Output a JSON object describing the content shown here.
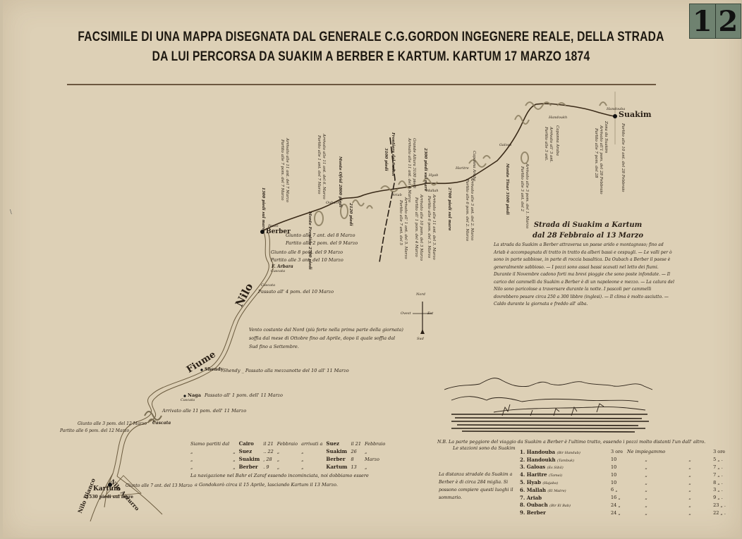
{
  "plate_number": [
    "1",
    "2"
  ],
  "title": {
    "line1": "FACSIMILE DI UNA MAPPA DISEGNATA DAL GENERALE  C.G.GORDON INGEGNERE REALE, DELLA STRADA",
    "line2": "DA LUI PERCORSA DA SUAKIM A BERBER E KARTUM. KARTUM 17 MARZO 1874"
  },
  "colors": {
    "paper": "#ddd0b6",
    "ink": "#2a2016",
    "plate_bg": "#6f8270",
    "route": "#3a2a18"
  },
  "places": {
    "suakim": "Suakim",
    "handoubo": "Handouba",
    "handoukh": "Handoukh",
    "galoas": "Galoas",
    "haritre": "Haritre",
    "hyab": "Hyab",
    "mallah": "Mallah",
    "ariab": "Ariab",
    "oubach": "Oubach",
    "berber": "Berber",
    "pozzo": "Pozzo",
    "arbara": "F. Arbara",
    "cascata": "Cascata",
    "shendy": "Shendy",
    "naga": "Naga",
    "kartum": "Kartum",
    "kartum_elev": "1530 piedi sul mare",
    "nilo_bianco": "Nilo Bianco",
    "nilo_azzurro": "Nilo Azzurro",
    "fiume": "Fiume",
    "nilo": "Nilo",
    "frontiera": "Frontiera del Sudan",
    "monte_ofrid": "Monte Ofrid 2800 piedi",
    "monte_tinar": "Monte Tinar 3100 piedi",
    "monte_frontida": "Monte Frontida 2700 piedi",
    "grande_altura": "Grande Altura",
    "capanna_araba": "Capanna Araba",
    "elev_2700": "2700 piedi sul mare",
    "elev_2120": "2120 piedi",
    "elev_1300": "1300 piedi sul mare",
    "elev_3100": "3100 piedi",
    "elev_2300": "2300 piedi sul mare"
  },
  "route_notes": {
    "berber": [
      "Giunto alle 7 ant. del 8 Marzo",
      "Partito alle 2 pom. del 9 Marzo"
    ],
    "arbara": [
      "Giunto alle 8 pom. del 9 Marzo",
      "Partito alle 3 ant. del 10 Marzo"
    ],
    "cascata1": "Passato all' 4 pom. del 10 Marzo",
    "shendy": "Shendy _ Passato alla mezzanotte del 10 all' 11 Marzo",
    "naga": "Passato all' 1 pom. dell' 11 Marzo",
    "cascata2": "Arrivato alle 11 pom. dell' 11 Marzo",
    "cascata2_b": [
      "Giunto alle 3 pom. del 12 Marzo",
      "Partito alle 6 pom. del 12 Marzo"
    ],
    "kartum": "Giunto alle 7 ant. del 13 Marzo",
    "suakim": "Partito alle 10 ant. del 28 Febbraio",
    "handoubo": [
      "Zona da Suakim",
      "Arrivato all'1 pom. del 28 Febbraio",
      "Partito alle 7 pom. del 28"
    ],
    "handoukh": [
      "Arrivato all' 3 ant.",
      "Partito alle 3 ant."
    ],
    "galoas": [
      "Arrivato alle 3 pom. del 1. Marzo",
      "Partito alle 3 ant. del 2"
    ],
    "haritre": [
      "Arrivato alle 3 ant. del 2. Marzo",
      "Partito alle 6 pom. del 2. Marzo"
    ],
    "mallah": [
      "Arrivato alle 11 ant. del 3. Marzo",
      "Partito alle 6 pom. del 3. Marzo"
    ],
    "mallah2": [
      "Arrivato alle 10 pom. del 3 Marzo",
      "Partito all' 1 pom. del 4 Marzo"
    ],
    "ariab": [
      "Arrivato all' 1 ant. del 5. Marzo",
      "Partito alle 7 ant. del 5"
    ],
    "ariab_pass": [
      "Grande Altura 3100 piedi",
      "Arrivato alle 11 ant. del 4 Marzo"
    ],
    "oubach": [
      "Arrivato alle 11 ant. del 6. Marzo",
      "Partito alle 1 ant. del 7 Marzo"
    ],
    "oubach2": [
      "Arrivato alle 11 ant. del 7 Marzo",
      "Partito alle 7 pom. del 7 Marzo"
    ]
  },
  "compass": {
    "north": "Nord",
    "south": "Sud",
    "east": "Est",
    "west": "Ovest"
  },
  "legend_box": {
    "heading1": "Strada di Suakim a Kartum",
    "heading2": "dal 28 Febbraio al 13 Marzo",
    "paragraph": "La strada da Suakim a Berber attraversa un paese arido e montagnoso; fino ad Ariab è accompagnata di tratto in tratto da alberi bassi e cespugli. — Le valli per ò sono in parte sabbiose, in parte di roccia basaltica. Da Oubach a Berber il paese è generalmente sabbioso. — I pozzi sono assai bassi scavati nel letto dei fiumi. Durante il Novembre cadono forti ma brevi pioggie che sono poste infondate. — Il carico dei cammelli da Suakim a Berber è di un napoleone e mezzo. — La calura del Nilo sono paricolose a traversare durante la notte. I pascoli per cammelli dovrebbero pesare circa 250 a 300 libbre (inglesi). — Il clima è molto asciutto. — Caldo durante la giornata e freddo all' alba."
  },
  "wind_note": "Vento costante dal Nord (più forte nella prima parte della giornata) soffia dal mese di Ottobre fino ad Aprile, dopo il quale soffia dal Sud fino a Settembre.",
  "itinerary": {
    "rows": [
      {
        "a": "Siamo partiti dal",
        "from": "Cairo",
        "d1": "il 21",
        "m1": "Febbraio",
        "arr": "arrivati a",
        "to": "Suez",
        "d2": "il 21",
        "m2": "Febbraio"
      },
      {
        "a": "„",
        "a2": "„",
        "from": "Suez",
        "d1": ".. 22",
        "m1": "„",
        "arr": "„",
        "to": "Suakim",
        "d2": "26",
        "m2": "„"
      },
      {
        "a": "„",
        "a2": "„",
        "from": "Suakim",
        "d1": ", 28",
        "m1": "„",
        "arr": "„",
        "to": "Berber",
        "d2": "8",
        "m2": "Marzo"
      },
      {
        "a": "„",
        "a2": "„",
        "from": "Berber",
        "d1": ". 9",
        "m1": "„",
        "arr": "„",
        "to": "Kartum",
        "d2": "13",
        "m2": "„"
      }
    ],
    "note1": "La navigazione nel Bahr el Zaraf essendo incominciata, noi dobbiamo essere",
    "note2": "a Gondokorò circa il 15 Aprile, lasciando Kartum il 13 Marzo."
  },
  "nb_note": {
    "line1": "N.B. La parte peggiore del viaggio da Suakim a Berber è l'ultimo tratto, essendo i pozzi molto distanti l'un dall' altro.",
    "line2": "Le stazioni sono da Suakim"
  },
  "stations": [
    {
      "n": "1",
      "name": "Handouba",
      "alt": "(Bir Handub)",
      "dist": "3 ore",
      "c1": "Ne impiegammo",
      "c2": "",
      "hrs": "3 ore"
    },
    {
      "n": "2",
      "name": "Handoukh",
      "alt": "(Tambuk)",
      "dist": "10",
      "c1": "„",
      "c2": "„",
      "hrs": "5 „ ."
    },
    {
      "n": "3",
      "name": "Galoas",
      "alt": "(Es Sibil)",
      "dist": "10",
      "c1": "„",
      "c2": "„",
      "hrs": "7 „ ."
    },
    {
      "n": "4",
      "name": "Haritre",
      "alt": "(Tamai)",
      "dist": "10",
      "c1": "„",
      "c2": "„",
      "hrs": "7 „ ."
    },
    {
      "n": "5",
      "name": "Hyab",
      "alt": "(Hajaba)",
      "dist": "10",
      "c1": "„",
      "c2": "„",
      "hrs": "8 „ ."
    },
    {
      "n": "6",
      "name": "Mallah",
      "alt": "(El Matre)",
      "dist": "6 „",
      "c1": "„",
      "c2": "„",
      "hrs": "3 „ ."
    },
    {
      "n": "7",
      "name": "Ariab",
      "alt": "",
      "dist": "16 „",
      "c1": "„",
      "c2": "„",
      "hrs": "9 „ ."
    },
    {
      "n": "8",
      "name": "Oubach",
      "alt": "(Bir El Bab)",
      "dist": "24 „",
      "c1": "„",
      "c2": "„",
      "hrs": "23 „ ."
    },
    {
      "n": "9",
      "name": "Berber",
      "alt": "",
      "dist": "24 „",
      "c1": "„",
      "c2": "„",
      "hrs": "22 „ ."
    }
  ],
  "distance_note": "La distanza stradale da Suakim a Berber è di circa 284 miglia. Si possono compiere questi luoghi il sommario."
}
